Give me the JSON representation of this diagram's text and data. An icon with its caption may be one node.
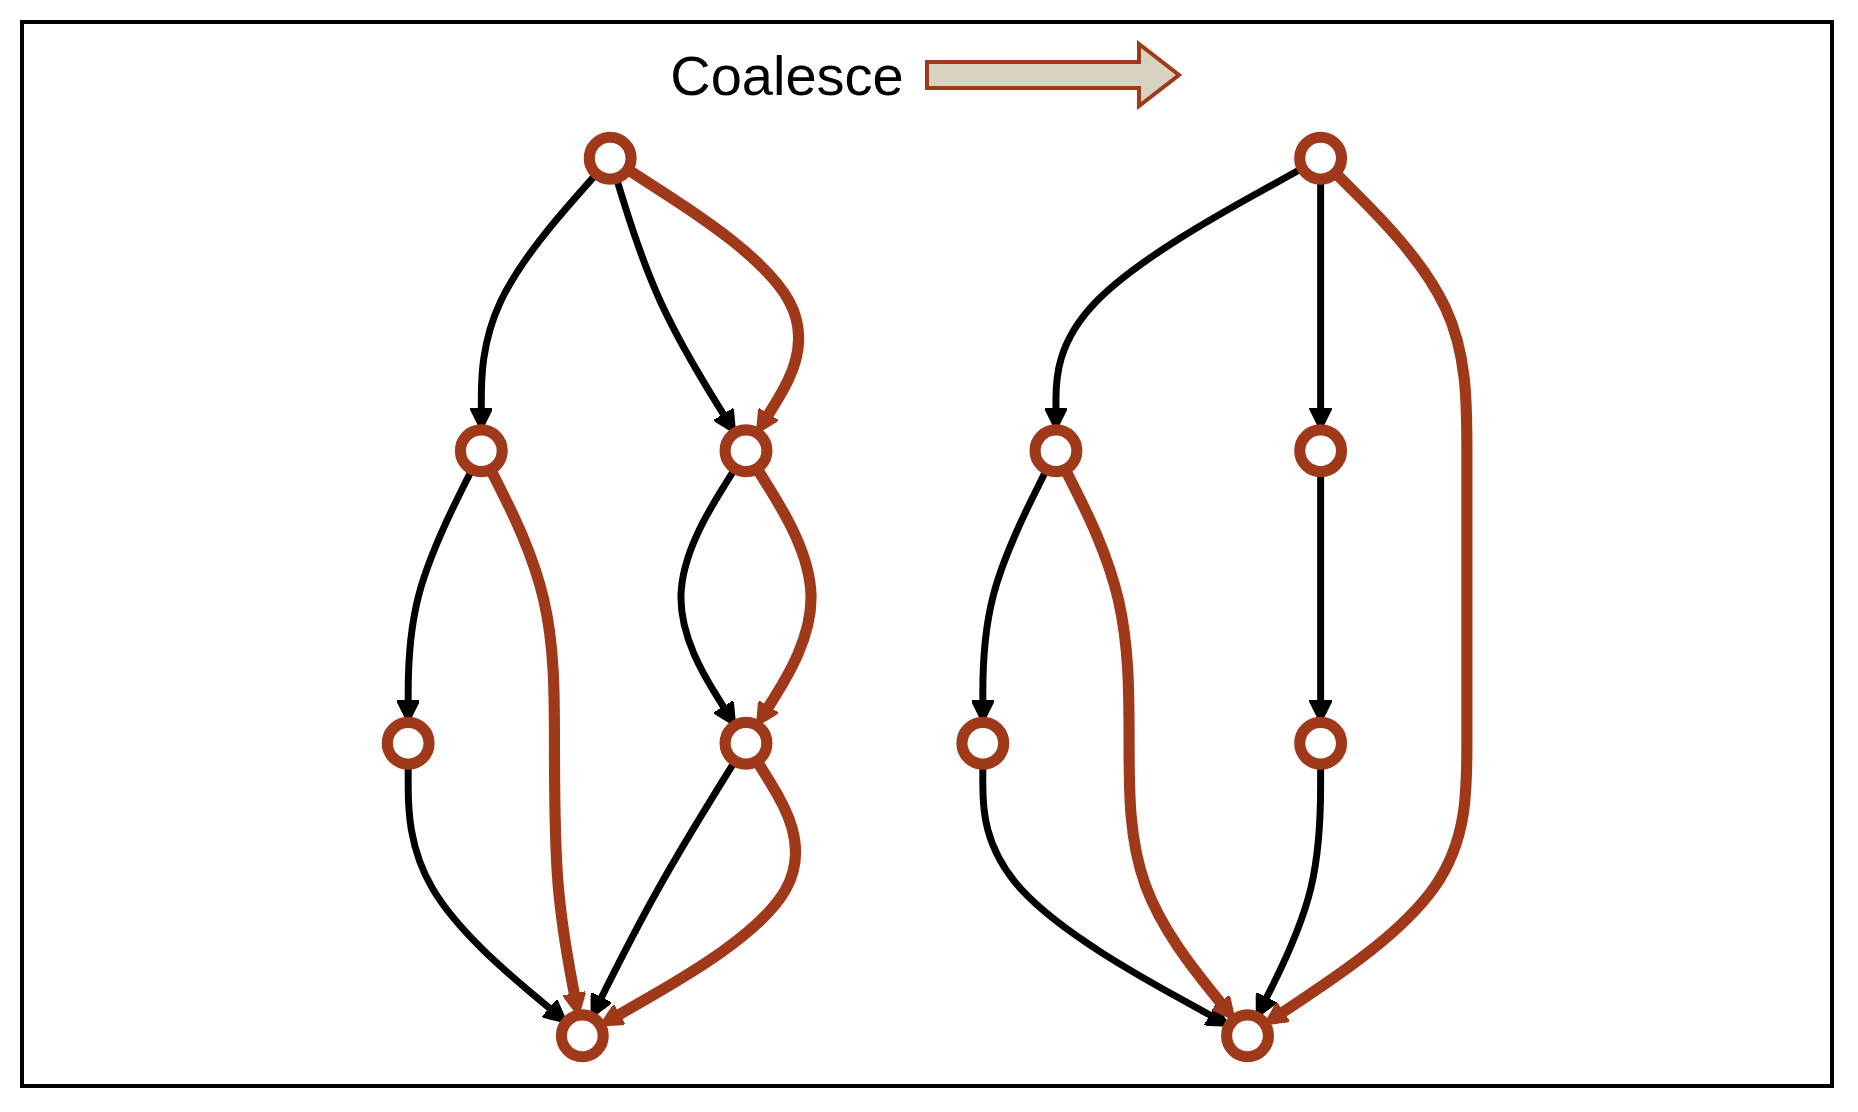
{
  "diagram": {
    "nodes": [
      {
        "text": [],
        "shape": "circle"
      },
      {
        "text": [],
        "shape": "circle"
      },
      {
        "text": [],
        "shape": "circle"
      },
      {
        "text": [],
        "shape": "circle"
      },
      {
        "text": [],
        "shape": "circle"
      },
      {
        "text": [],
        "shape": "circle"
      },
      {
        "text": [],
        "shape": "circle"
      },
      {
        "text": [],
        "shape": "circle"
      },
      {
        "text": [],
        "shape": "circle"
      },
      {
        "text": [],
        "shape": "circle"
      },
      {
        "text": [],
        "shape": "circle"
      },
      {
        "text": [],
        "shape": "circle"
      }
    ],
    "edges": [
      {
        "from": 0,
        "to": 1,
        "arrow": "to"
      },
      {
        "from": 0,
        "to": 2,
        "arrow": "to"
      },
      {
        "from": 0,
        "to": 2,
        "arrow": "to",
        "color": "#a0381a"
      },
      {
        "from": 1,
        "to": 3,
        "arrow": "to"
      },
      {
        "from": 2,
        "to": 4,
        "arrow": "to"
      },
      {
        "from": 1,
        "to": 5,
        "arrow": "to",
        "color": "#a0381a"
      },
      {
        "from": 2,
        "to": 4,
        "arrow": "to",
        "color": "#a0381a"
      },
      {
        "from": 3,
        "to": 5,
        "arrow": "to"
      },
      {
        "from": 4,
        "to": 5,
        "arrow": "to"
      },
      {
        "from": 4,
        "to": 5,
        "arrow": "to",
        "color": "#a0381a"
      },
      {
        "from": 6,
        "to": 7,
        "arrow": "to"
      },
      {
        "from": 6,
        "to": 8,
        "arrow": "to"
      },
      {
        "from": 7,
        "to": 9,
        "arrow": "to"
      },
      {
        "from": 8,
        "to": 10,
        "arrow": "to"
      },
      {
        "from": 9,
        "to": 11,
        "arrow": "to"
      },
      {
        "from": 10,
        "to": 11,
        "arrow": "to"
      },
      {
        "from": 7,
        "to": 11,
        "arrow": "to",
        "color": "#a0381a"
      },
      {
        "from": 6,
        "to": 11,
        "arrow": "to",
        "color": "#a0381a"
      }
    ],
    "labels": [
      "Coalesce"
    ]
  }
}
